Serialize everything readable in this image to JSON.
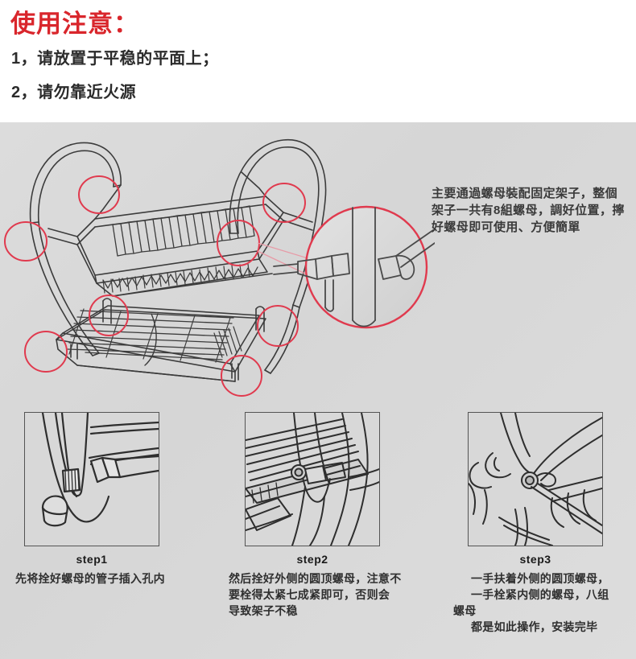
{
  "header": {
    "title": "使用注意：",
    "notes": [
      "1，请放置于平稳的平面上；",
      "2，请勿靠近火源"
    ]
  },
  "illustration": {
    "alt_name": "two-tier-dish-rack-exploded-diagram",
    "highlight_count": 8,
    "accent_color": "#e03a4e",
    "line_color": "#3a3a3a",
    "background_color": "#d9d9d9",
    "callout_name": "nut-detail-magnifier"
  },
  "hero_note": {
    "lines": [
      "主要通過螺母裝配固定架子，整個",
      "架子一共有8組螺母，調好位置，擰",
      "好螺母即可使用、方便簡單"
    ]
  },
  "steps": [
    {
      "label": "step1",
      "caption_lines": [
        "先将拴好螺母的管子插入孔内"
      ],
      "image_name": "step1-tube-into-hole-illustration"
    },
    {
      "label": "step2",
      "caption_lines": [
        "然后拴好外侧的圆顶螺母，注意不",
        "要栓得太紧七成紧即可，否则会",
        "导致架子不稳"
      ],
      "image_name": "step2-outer-dome-nut-illustration"
    },
    {
      "label": "step3",
      "caption_lines": [
        "一手扶着外侧的圆顶螺母，",
        "一手栓紧内侧的螺母，八组螺母",
        "都是如此操作，安装完毕"
      ],
      "image_name": "step3-tighten-inner-nut-illustration"
    }
  ]
}
